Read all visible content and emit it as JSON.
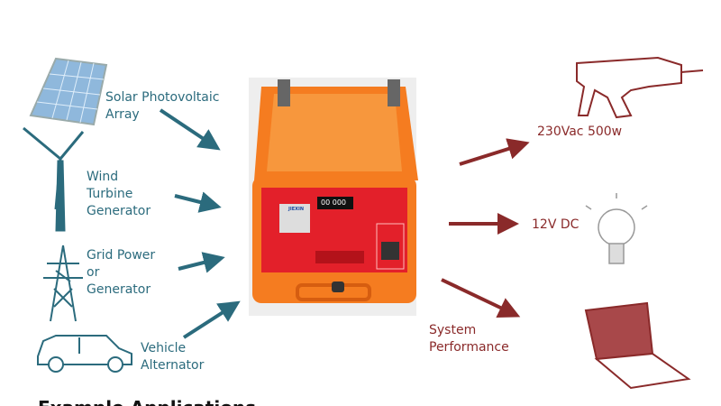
{
  "inputs": {
    "solar": {
      "line1": "Solar Photovoltaic",
      "line2": "Array"
    },
    "wind": {
      "line1": "Wind",
      "line2": "Turbine",
      "line3": "Generator"
    },
    "grid": {
      "line1": "Grid Power",
      "line2": "or",
      "line3": "Generator"
    },
    "vehicle": {
      "line1": "Vehicle",
      "line2": "Alternator"
    }
  },
  "outputs": {
    "ac": "230Vac 500w",
    "dc": "12V DC",
    "performance": {
      "line1": "System",
      "line2": "Performance"
    }
  },
  "device": {
    "brand": "JIEXIN",
    "display": "00 000"
  },
  "footer": "Example Applications",
  "colors": {
    "input": "#2b6b7d",
    "output": "#8a2a2a",
    "case": "#f57c20",
    "panel": "#e3202a"
  }
}
